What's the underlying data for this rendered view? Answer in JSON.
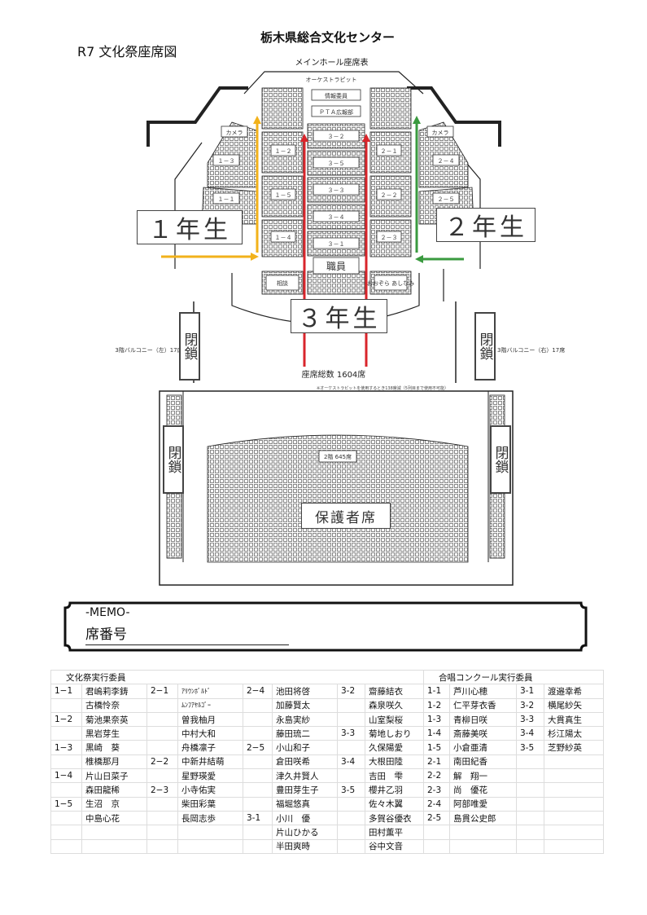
{
  "doc_title": "R7  文化祭座席図",
  "venue": "栃木県総合文化センター",
  "hall": "メインホール座席表",
  "chart": {
    "orchestra_pit": "オーケストラピット",
    "center_blocks": [
      "情報委員",
      "ＰＴＡ広報部",
      "３－２",
      "３－５",
      "３－３",
      "３－４",
      "３－１"
    ],
    "left_blocks": [
      "１－２",
      "１－５",
      "１－４"
    ],
    "right_blocks": [
      "２－１",
      "２－２",
      "２－３"
    ],
    "left_side_blocks": [
      "カメラ",
      "１－３",
      "１－１"
    ],
    "right_side_blocks": [
      "カメラ",
      "２－４",
      "２－５"
    ],
    "staff": "職員",
    "lower_left": "相談",
    "lower_right": "おおぞら\nあしなみ",
    "grade1": "１年生",
    "grade2": "２年生",
    "grade3": "３年生",
    "closed": "閉鎖",
    "guardians": "保護者席",
    "total_seats": "座席総数 1604席",
    "note": "※オーケストラピットを使用するとき138席減（5列目まで使用不可能）",
    "balcony_left": "3階バルコニー（左）17席",
    "balcony_right": "3階バルコニー（右）17席",
    "upper_center": "2階 645席",
    "colors": {
      "yellow": "#f2b21b",
      "green": "#3a9a3f",
      "red": "#d9252b"
    }
  },
  "memo": {
    "title": "-MEMO-",
    "seat_label": "席番号"
  },
  "table": {
    "header_left": "文化祭実行委員",
    "header_right": "合唱コンクール実行委員",
    "rows": [
      [
        "1−1",
        "君嶋莉李鋳",
        "2−1",
        "ｱﾘｳﾝﾎﾞﾙﾄﾞ",
        "2−4",
        "池田将啓",
        "3-2",
        "齋藤結衣",
        "1-1",
        "芦川心穂",
        "3-1",
        "渡邉幸希"
      ],
      [
        "",
        "古橋怜奈",
        "",
        "ﾑﾝﾌｱﾔﾙｺﾞｰ",
        "",
        "加藤賢太",
        "",
        "森泉咲久",
        "1-2",
        "仁平芽衣香",
        "3-2",
        "横尾紗矢"
      ],
      [
        "1−2",
        "菊池果奈英",
        "",
        "曽我柚月",
        "",
        "永島実紗",
        "",
        "山室梨桜",
        "1-3",
        "青柳日咲",
        "3-3",
        "大貫真生"
      ],
      [
        "",
        "黒岩芽生",
        "",
        "中村大和",
        "",
        "藤田琉二",
        "3-3",
        "菊地しおり",
        "1-4",
        "斎藤美咲",
        "3-4",
        "杉江陽太"
      ],
      [
        "1−3",
        "黒崎　葵",
        "",
        "舟橋凛子",
        "2−5",
        "小山和子",
        "",
        "久保陽愛",
        "1-5",
        "小倉亜清",
        "3-5",
        "芝野紗英"
      ],
      [
        "",
        "椎橋那月",
        "2−2",
        "中新井結萌",
        "",
        "倉田咲希",
        "3-4",
        "大根田陸",
        "2-1",
        "南田紀香",
        "",
        ""
      ],
      [
        "1−4",
        "片山日菜子",
        "",
        "星野瑛愛",
        "",
        "津久井賢人",
        "",
        "吉田　雫",
        "2-2",
        "解　翔一",
        "",
        ""
      ],
      [
        "",
        "森田龍稀",
        "2−3",
        "小寺佑実",
        "",
        "豊田芽生子",
        "3-5",
        "櫻井乙羽",
        "2-3",
        "尚　優花",
        "",
        ""
      ],
      [
        "1−5",
        "生沼　京",
        "",
        "柴田彩葉",
        "",
        "福堀悠真",
        "",
        "佐々木翼",
        "2-4",
        "阿部唯愛",
        "",
        ""
      ],
      [
        "",
        "中島心花",
        "",
        "長岡志歩",
        "3-1",
        "小川　優",
        "",
        "多賀谷優衣",
        "2-5",
        "島貫公史郎",
        "",
        ""
      ],
      [
        "",
        "",
        "",
        "",
        "",
        "片山ひかる",
        "",
        "田村薫平",
        "",
        "",
        "",
        ""
      ],
      [
        "",
        "",
        "",
        "",
        "",
        "半田爽時",
        "",
        "谷中文音",
        "",
        "",
        "",
        ""
      ]
    ]
  }
}
